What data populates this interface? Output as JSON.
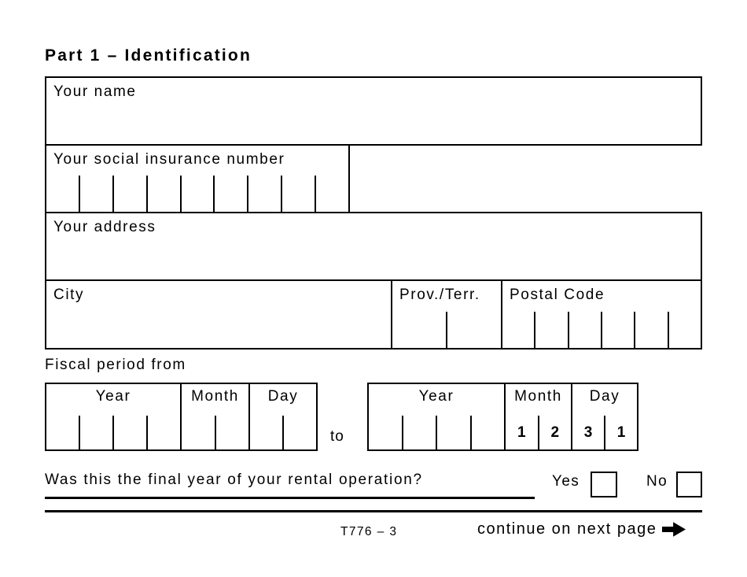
{
  "colors": {
    "ink": "#000000",
    "paper": "#ffffff"
  },
  "title": "Part 1 – Identification",
  "identification": {
    "name_label": "Your name",
    "sin_label": "Your social insurance number",
    "address_label": "Your address",
    "city_label": "City",
    "province_label": "Prov./Terr.",
    "postal_label": "Postal Code"
  },
  "fiscal_period": {
    "label": "Fiscal period from",
    "to_label": "to",
    "year_label": "Year",
    "month_label": "Month",
    "day_label": "Day",
    "end_month_digits": [
      "1",
      "2"
    ],
    "end_day_digits": [
      "3",
      "1"
    ]
  },
  "final_year_question": {
    "text": "Was this the final year of your rental operation?",
    "yes_label": "Yes",
    "no_label": "No"
  },
  "footer": {
    "form_code": "T776 – 3",
    "continue_text": "continue on next page",
    "arrow_icon": "right-arrow"
  }
}
